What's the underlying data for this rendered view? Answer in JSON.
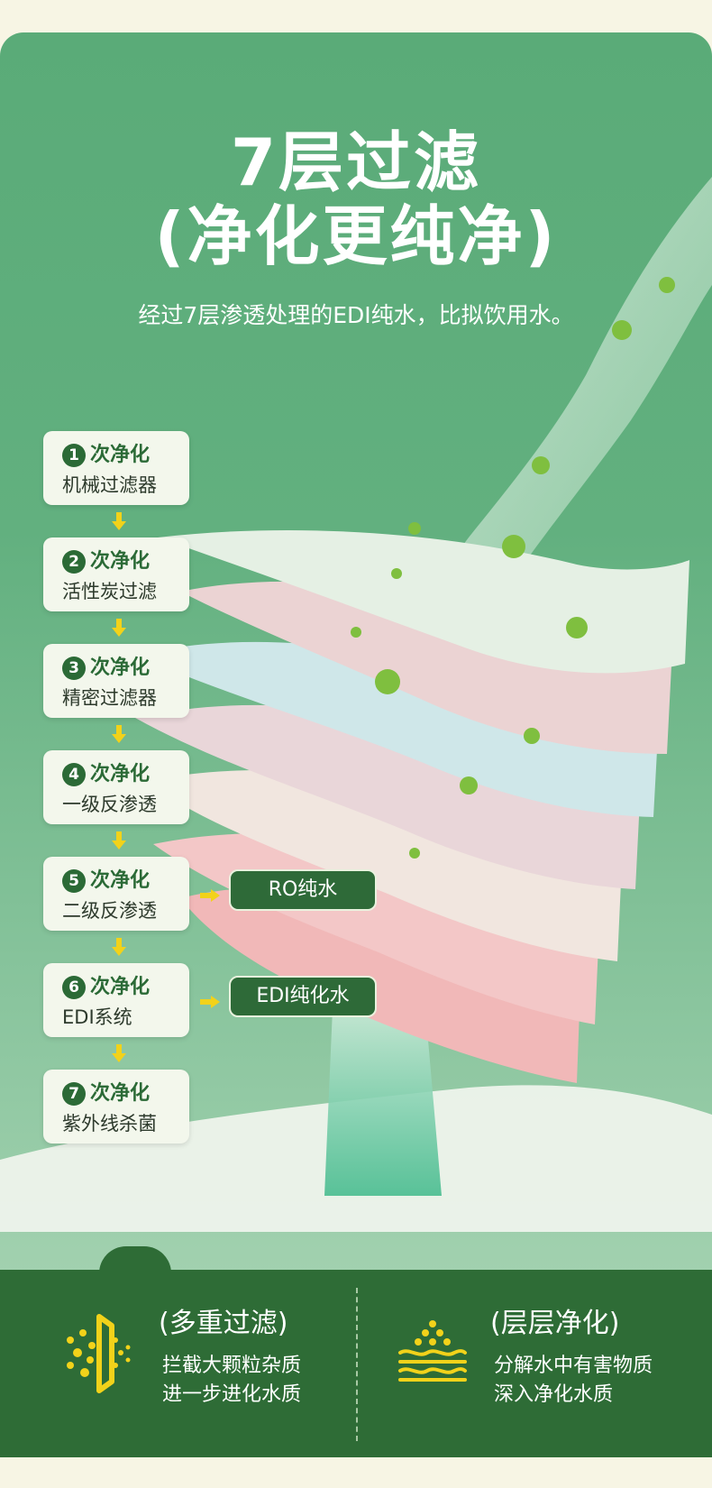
{
  "header": {
    "title_line1": "7层过滤",
    "title_line2": "(净化更纯净)",
    "subtitle": "经过7层渗透处理的EDI纯水，比拟饮用水。"
  },
  "steps": [
    {
      "num": "1",
      "title": "次净化",
      "desc": "机械过滤器"
    },
    {
      "num": "2",
      "title": "次净化",
      "desc": "活性炭过滤"
    },
    {
      "num": "3",
      "title": "次净化",
      "desc": "精密过滤器"
    },
    {
      "num": "4",
      "title": "次净化",
      "desc": "一级反渗透"
    },
    {
      "num": "5",
      "title": "次净化",
      "desc": "二级反渗透"
    },
    {
      "num": "6",
      "title": "次净化",
      "desc": "EDI系统"
    },
    {
      "num": "7",
      "title": "次净化",
      "desc": "紫外线杀菌"
    }
  ],
  "outputs": {
    "ro": "RO纯水",
    "edi": "EDI纯化水"
  },
  "features": [
    {
      "title": "(多重过滤)",
      "line1": "拦截大颗粒杂质",
      "line2": "进一步进化水质",
      "icon": "filter-bars-icon"
    },
    {
      "title": "(层层净化)",
      "line1": "分解水中有害物质",
      "line2": "深入净化水质",
      "icon": "layered-purify-icon"
    }
  ],
  "colors": {
    "background": "#f7f5e4",
    "card_green": "#5aab78",
    "dark_green": "#2e6c36",
    "accent_yellow": "#f2d21a"
  }
}
